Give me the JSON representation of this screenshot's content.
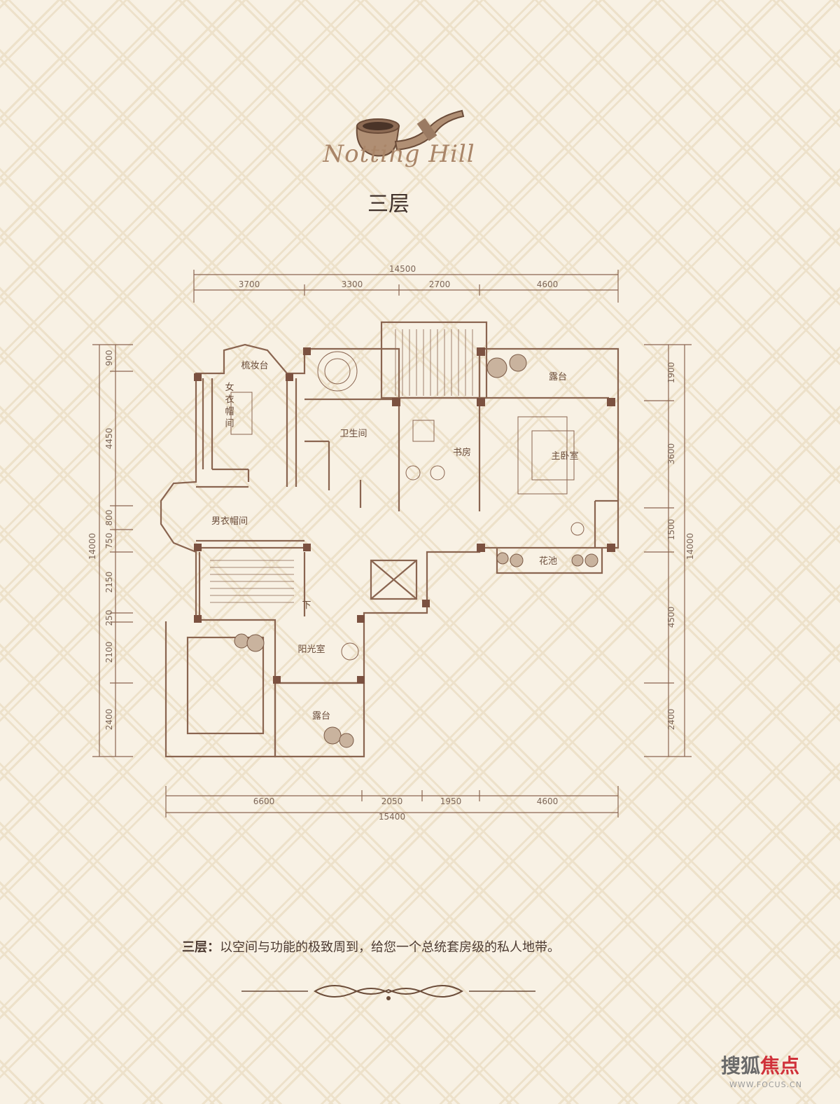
{
  "branding": {
    "logo_text": "Notting Hill",
    "logo_icon": "pipe-icon"
  },
  "title": "三层",
  "plan": {
    "top_dims": {
      "total": "14500",
      "segments": [
        "3700",
        "3300",
        "2700",
        "4600"
      ]
    },
    "bottom_dims": {
      "total": "15400",
      "segments": [
        "6600",
        "2050",
        "1950",
        "4600"
      ]
    },
    "left_dims": {
      "total": "14000",
      "segments": [
        "900",
        "4450",
        "800",
        "750",
        "2150",
        "250",
        "2100",
        "2400"
      ]
    },
    "right_dims": {
      "total": "14000",
      "segments": [
        "1900",
        "3600",
        "1500",
        "4500",
        "2400"
      ]
    },
    "rooms": {
      "dressing_table": "梳妆台",
      "womens_closet": "女\n衣\n帽\n间",
      "bathroom": "卫生间",
      "study": "书房",
      "master_bedroom": "主卧室",
      "terrace_top": "露台",
      "mens_closet": "男衣帽间",
      "flower_bed": "花池",
      "stairs_down": "下",
      "sunroom": "阳光室",
      "terrace_bottom": "露台"
    }
  },
  "caption": {
    "head": "三层：",
    "text": "以空间与功能的极致周到，给您一个总统套房级的私人地带。"
  },
  "watermark": {
    "main_gray": "搜狐",
    "main_red": "焦点",
    "sub": "WWW.FOCUS.CN"
  },
  "colors": {
    "background": "#f8f1e4",
    "line": "#8a6550",
    "accent": "#a98568"
  }
}
